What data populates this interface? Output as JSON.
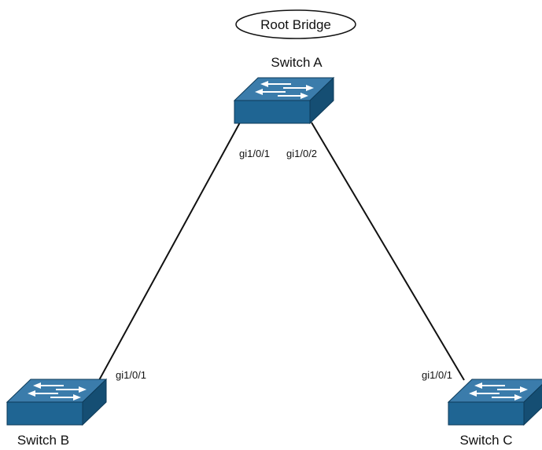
{
  "root_bridge_label": "Root Bridge",
  "colors": {
    "switch_top": "#3b7cab",
    "switch_front": "#1f6593",
    "switch_side": "#154e73",
    "switch_edge": "#0d3a58",
    "arrow": "#ffffff",
    "link": "#111111"
  },
  "icons": {
    "switch": "network-switch-icon"
  },
  "switches": [
    {
      "id": "switch-a",
      "name": "Switch A"
    },
    {
      "id": "switch-b",
      "name": "Switch B"
    },
    {
      "id": "switch-c",
      "name": "Switch C"
    }
  ],
  "links": [
    {
      "from": "switch-a",
      "from_port": "gi1/0/1",
      "to": "switch-b",
      "to_port": "gi1/0/1"
    },
    {
      "from": "switch-a",
      "from_port": "gi1/0/2",
      "to": "switch-c",
      "to_port": "gi1/0/1"
    }
  ]
}
